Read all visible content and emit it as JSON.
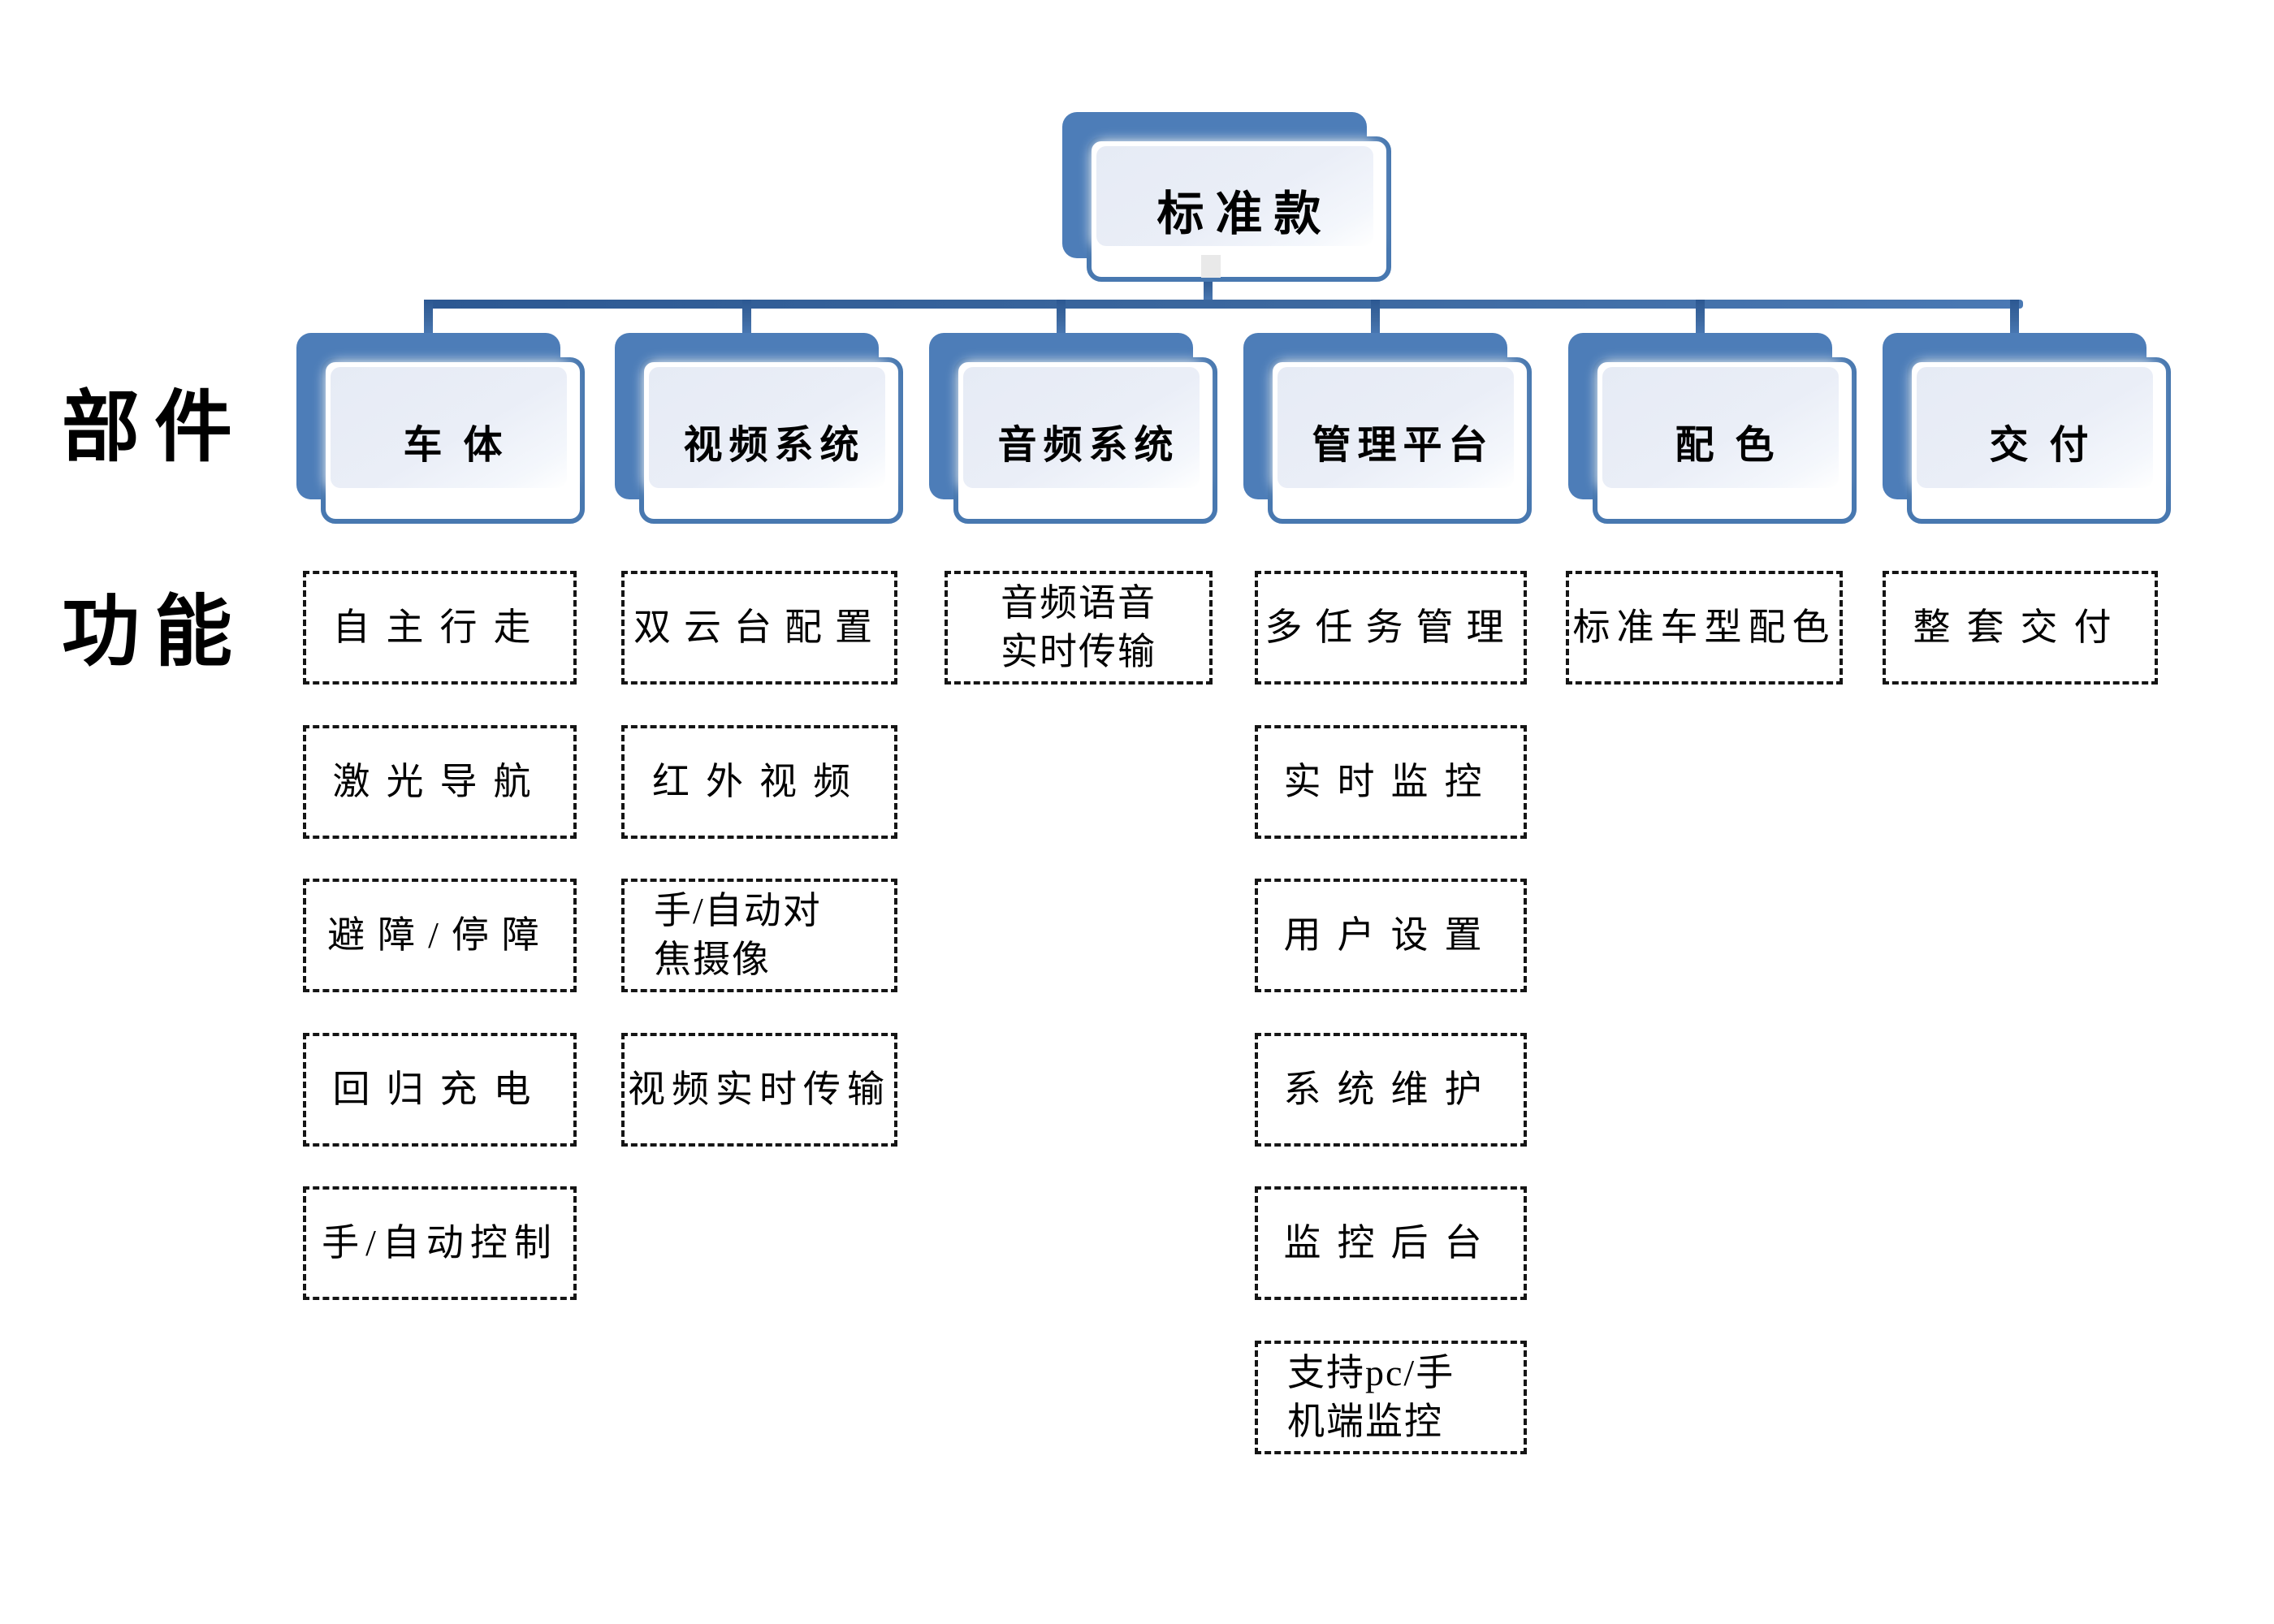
{
  "root": {
    "label": "标准款"
  },
  "row_labels": {
    "components": "部件",
    "functions": "功能"
  },
  "groups": [
    {
      "label": "车体",
      "features": [
        {
          "text": "自主行走"
        },
        {
          "text": "激光导航"
        },
        {
          "text": "避障/停障"
        },
        {
          "text": "回归充电"
        },
        {
          "text": "手/自动控制"
        }
      ]
    },
    {
      "label": "视频系统",
      "features": [
        {
          "text": "双云台配置"
        },
        {
          "text": "红外视频"
        },
        {
          "text": "手/自动对\n焦摄像",
          "align": "left"
        },
        {
          "text": "视频实时传输"
        }
      ]
    },
    {
      "label": "音频系统",
      "features": [
        {
          "text": "音频语音\n实时传输"
        }
      ]
    },
    {
      "label": "管理平台",
      "features": [
        {
          "text": "多任务管理"
        },
        {
          "text": "实时监控"
        },
        {
          "text": "用户设置"
        },
        {
          "text": "系统维护"
        },
        {
          "text": "监控后台"
        },
        {
          "text": "支持pc/手\n机端监控",
          "align": "left"
        }
      ]
    },
    {
      "label": "配色",
      "features": [
        {
          "text": "标准车型配色"
        }
      ]
    },
    {
      "label": "交付",
      "features": [
        {
          "text": "整套交付"
        }
      ]
    }
  ],
  "colors": {
    "card_blue": "#4d7db8",
    "card_border_blue": "#4878b0",
    "connector_blue": "#35639c",
    "card_fill_light": "#e8edf6",
    "dash_color": "#151515",
    "text_color": "#000000"
  }
}
